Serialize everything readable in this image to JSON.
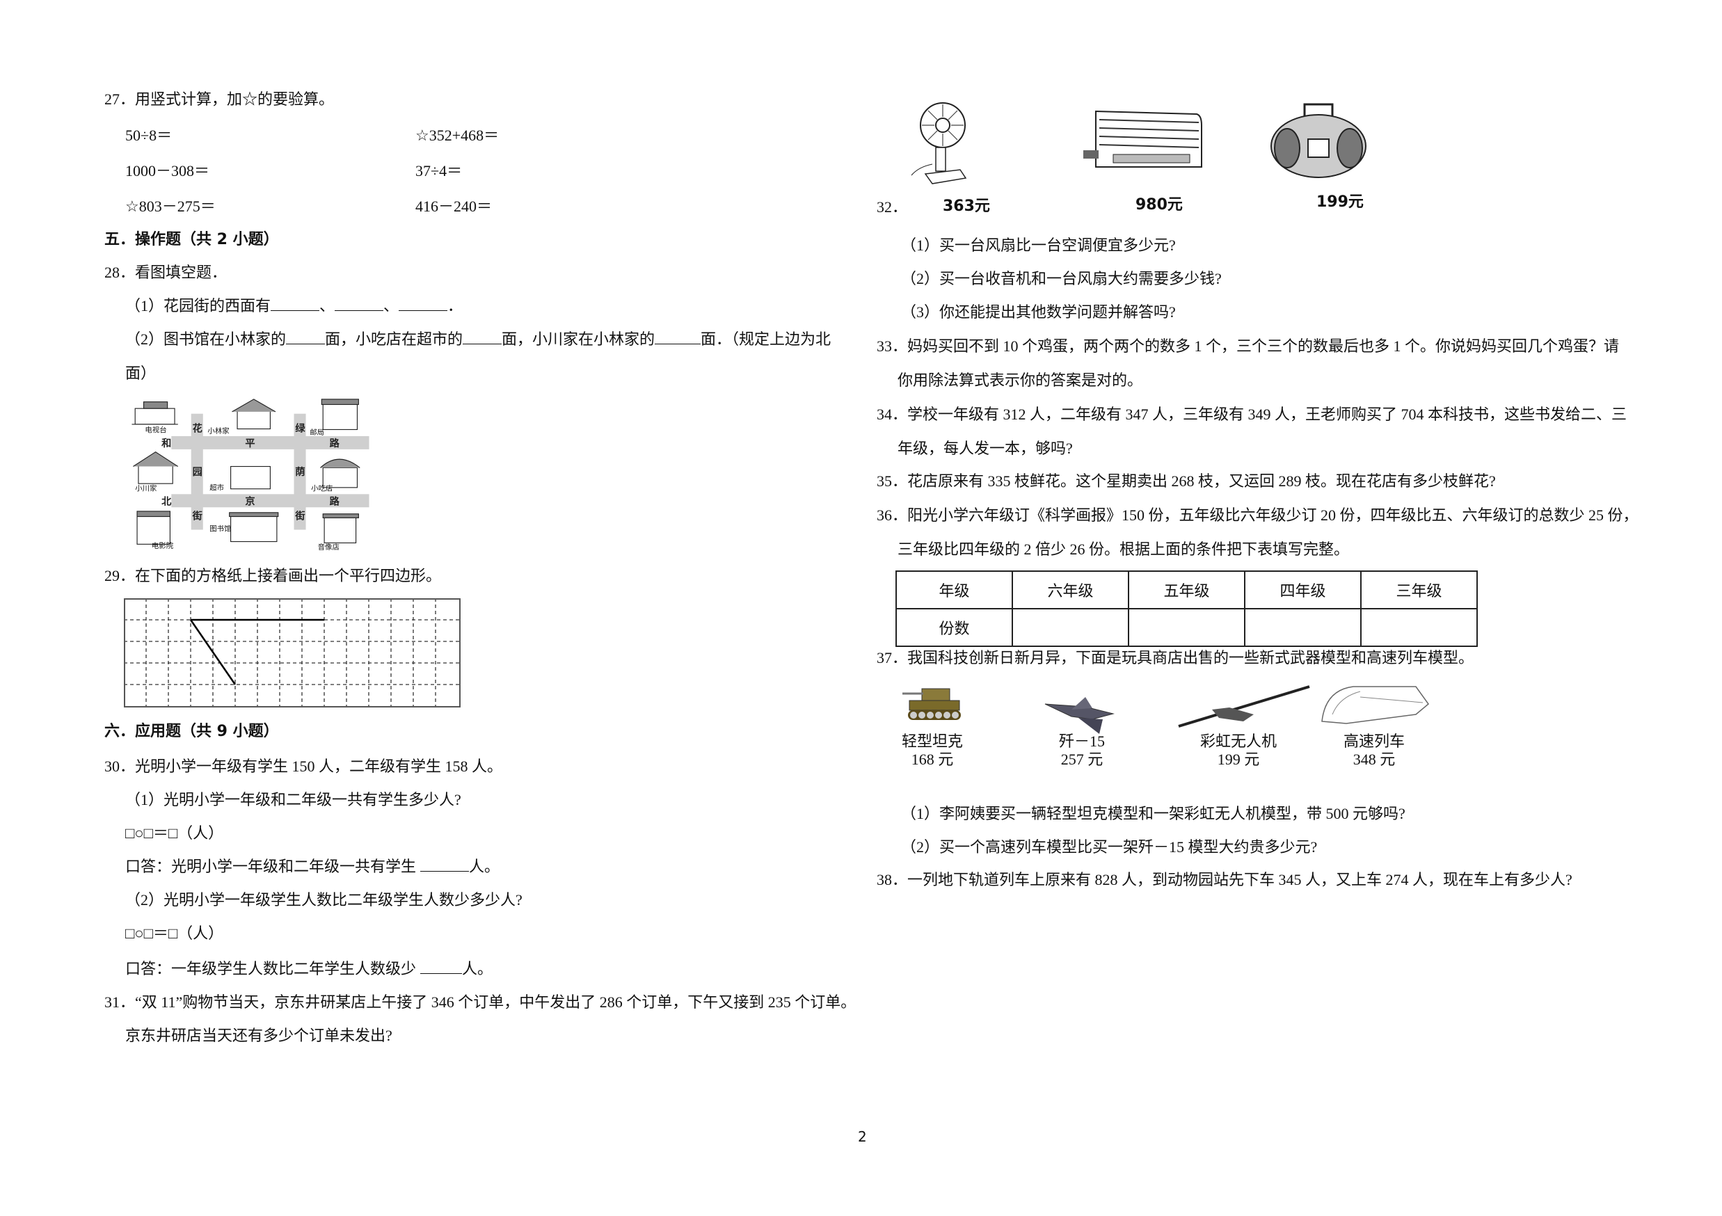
{
  "page_number": "2",
  "q27": {
    "title": "27．用竖式计算，加☆的要验算。",
    "exprs": [
      "50÷8＝",
      "☆352+468＝",
      "1000－308＝",
      "37÷4＝",
      "☆803－275＝",
      "416－240＝"
    ]
  },
  "section5": {
    "title": "五．操作题（共 2 小题）"
  },
  "q28": {
    "title": "28．看图填空题．",
    "p1_prefix": "（1）花园街的西面有",
    "p1_sep": "、",
    "p1_end": "．",
    "p2_a": "（2）图书馆在小林家的",
    "p2_b": "面，小吃店在超市的",
    "p2_c": "面，小川家在小林家的",
    "p2_d": "面．（规定上边为北",
    "p2_wrap": "面）",
    "map": {
      "places": [
        "电视台",
        "小林家",
        "邮局",
        "小川家",
        "超市",
        "小吃店",
        "电影院",
        "图书馆",
        "音像店"
      ],
      "roads": {
        "top": [
          "和",
          "平",
          "路"
        ],
        "bottom": [
          "北",
          "京",
          "路"
        ],
        "left": [
          "花",
          "园",
          "街"
        ],
        "right": [
          "绿",
          "荫",
          "街"
        ]
      }
    }
  },
  "q29": {
    "title": "29．在下面的方格纸上接着画出一个平行四边形。",
    "grid": {
      "cols": 15,
      "rows": 5
    }
  },
  "section6": {
    "title": "六．应用题（共 9 小题）"
  },
  "q30": {
    "title": "30．光明小学一年级有学生 150 人，二年级有学生 158 人。",
    "p1": "（1）光明小学一年级和二年级一共有学生多少人?",
    "eq1": "□○□＝□（人）",
    "ans1_prefix": "口答：光明小学一年级和二年级一共有学生",
    "ans1_suffix": "人。",
    "p2": "（2）光明小学一年级学生人数比二年级学生人数少多少人?",
    "eq2": "□○□＝□（人）",
    "ans2_prefix": "口答：一年级学生人数比二年学生人数级少",
    "ans2_suffix": "人。"
  },
  "q31": {
    "line1": "31．“双 11”购物节当天，京东井研某店上午接了 346 个订单，中午发出了 286 个订单，下午又接到 235 个订单。",
    "line2": "京东井研店当天还有多少个订单未发出?"
  },
  "q32": {
    "number": "32．",
    "items": [
      {
        "name": "fan",
        "price": "363元"
      },
      {
        "name": "air-conditioner",
        "price": "980元"
      },
      {
        "name": "radio",
        "price": "199元"
      }
    ],
    "p1": "（1）买一台风扇比一台空调便宜多少元?",
    "p2": "（2）买一台收音机和一台风扇大约需要多少钱?",
    "p3": "（3）你还能提出其他数学问题并解答吗?"
  },
  "q33": {
    "line1": "33．妈妈买回不到 10 个鸡蛋，两个两个的数多 1 个，三个三个的数最后也多 1 个。你说妈妈买回几个鸡蛋？请",
    "line2": "你用除法算式表示你的答案是对的。"
  },
  "q34": {
    "line1": "34．学校一年级有 312 人，二年级有 347 人，三年级有 349 人，王老师购买了 704 本科技书，这些书发给二、三",
    "line2": "年级，每人发一本，够吗?"
  },
  "q35": {
    "line1": "35．花店原来有 335 枝鲜花。这个星期卖出 268 枝，又运回 289 枝。现在花店有多少枝鲜花?"
  },
  "q36": {
    "line1": "36．阳光小学六年级订《科学画报》150 份，五年级比六年级少订 20 份，四年级比五、六年级订的总数少 25 份，",
    "line2": "三年级比四年级的 2 倍少 26 份。根据上面的条件把下表填写完整。",
    "table": {
      "headers": [
        "年级",
        "六年级",
        "五年级",
        "四年级",
        "三年级"
      ],
      "row_label": "份数",
      "values": [
        "",
        "",
        "",
        ""
      ]
    }
  },
  "q37": {
    "title": "37．我国科技创新日新月异，下面是玩具商店出售的一些新式武器模型和高速列车模型。",
    "items": [
      {
        "name": "轻型坦克",
        "price": "168 元"
      },
      {
        "name": "歼－15",
        "price": "257 元"
      },
      {
        "name": "彩虹无人机",
        "price": "199 元"
      },
      {
        "name": "高速列车",
        "price": "348 元"
      }
    ],
    "p1": "（1）李阿姨要买一辆轻型坦克模型和一架彩虹无人机模型，带 500 元够吗?",
    "p2": "（2）买一个高速列车模型比买一架歼－15 模型大约贵多少元?"
  },
  "q38": {
    "line1": "38．一列地下轨道列车上原来有 828 人，到动物园站先下车 345 人，又上车 274 人，现在车上有多少人?"
  }
}
